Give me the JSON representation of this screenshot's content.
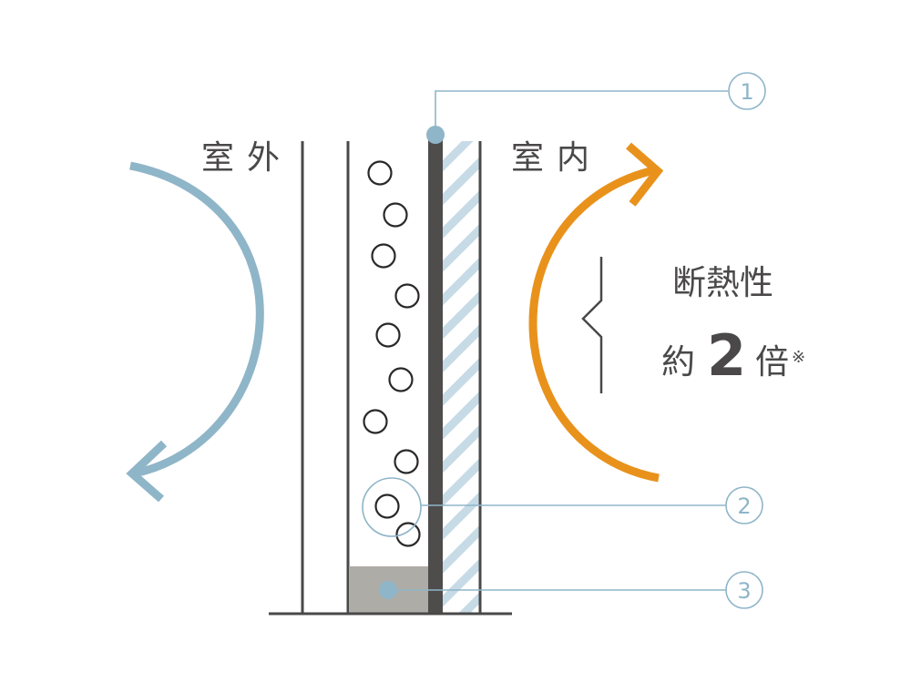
{
  "labels": {
    "outdoor": "室外",
    "indoor": "室内",
    "insulation": "断熱性",
    "approx": "約",
    "factor": "2",
    "times": "倍",
    "note_mark": "※"
  },
  "callouts": [
    "1",
    "2",
    "3"
  ],
  "colors": {
    "cold_air": "#8fb5c8",
    "warm_air": "#e8921c",
    "dark_layer": "#4f4c4c",
    "spacer": "#aeaca7",
    "hatch": "#c6dbe5"
  }
}
